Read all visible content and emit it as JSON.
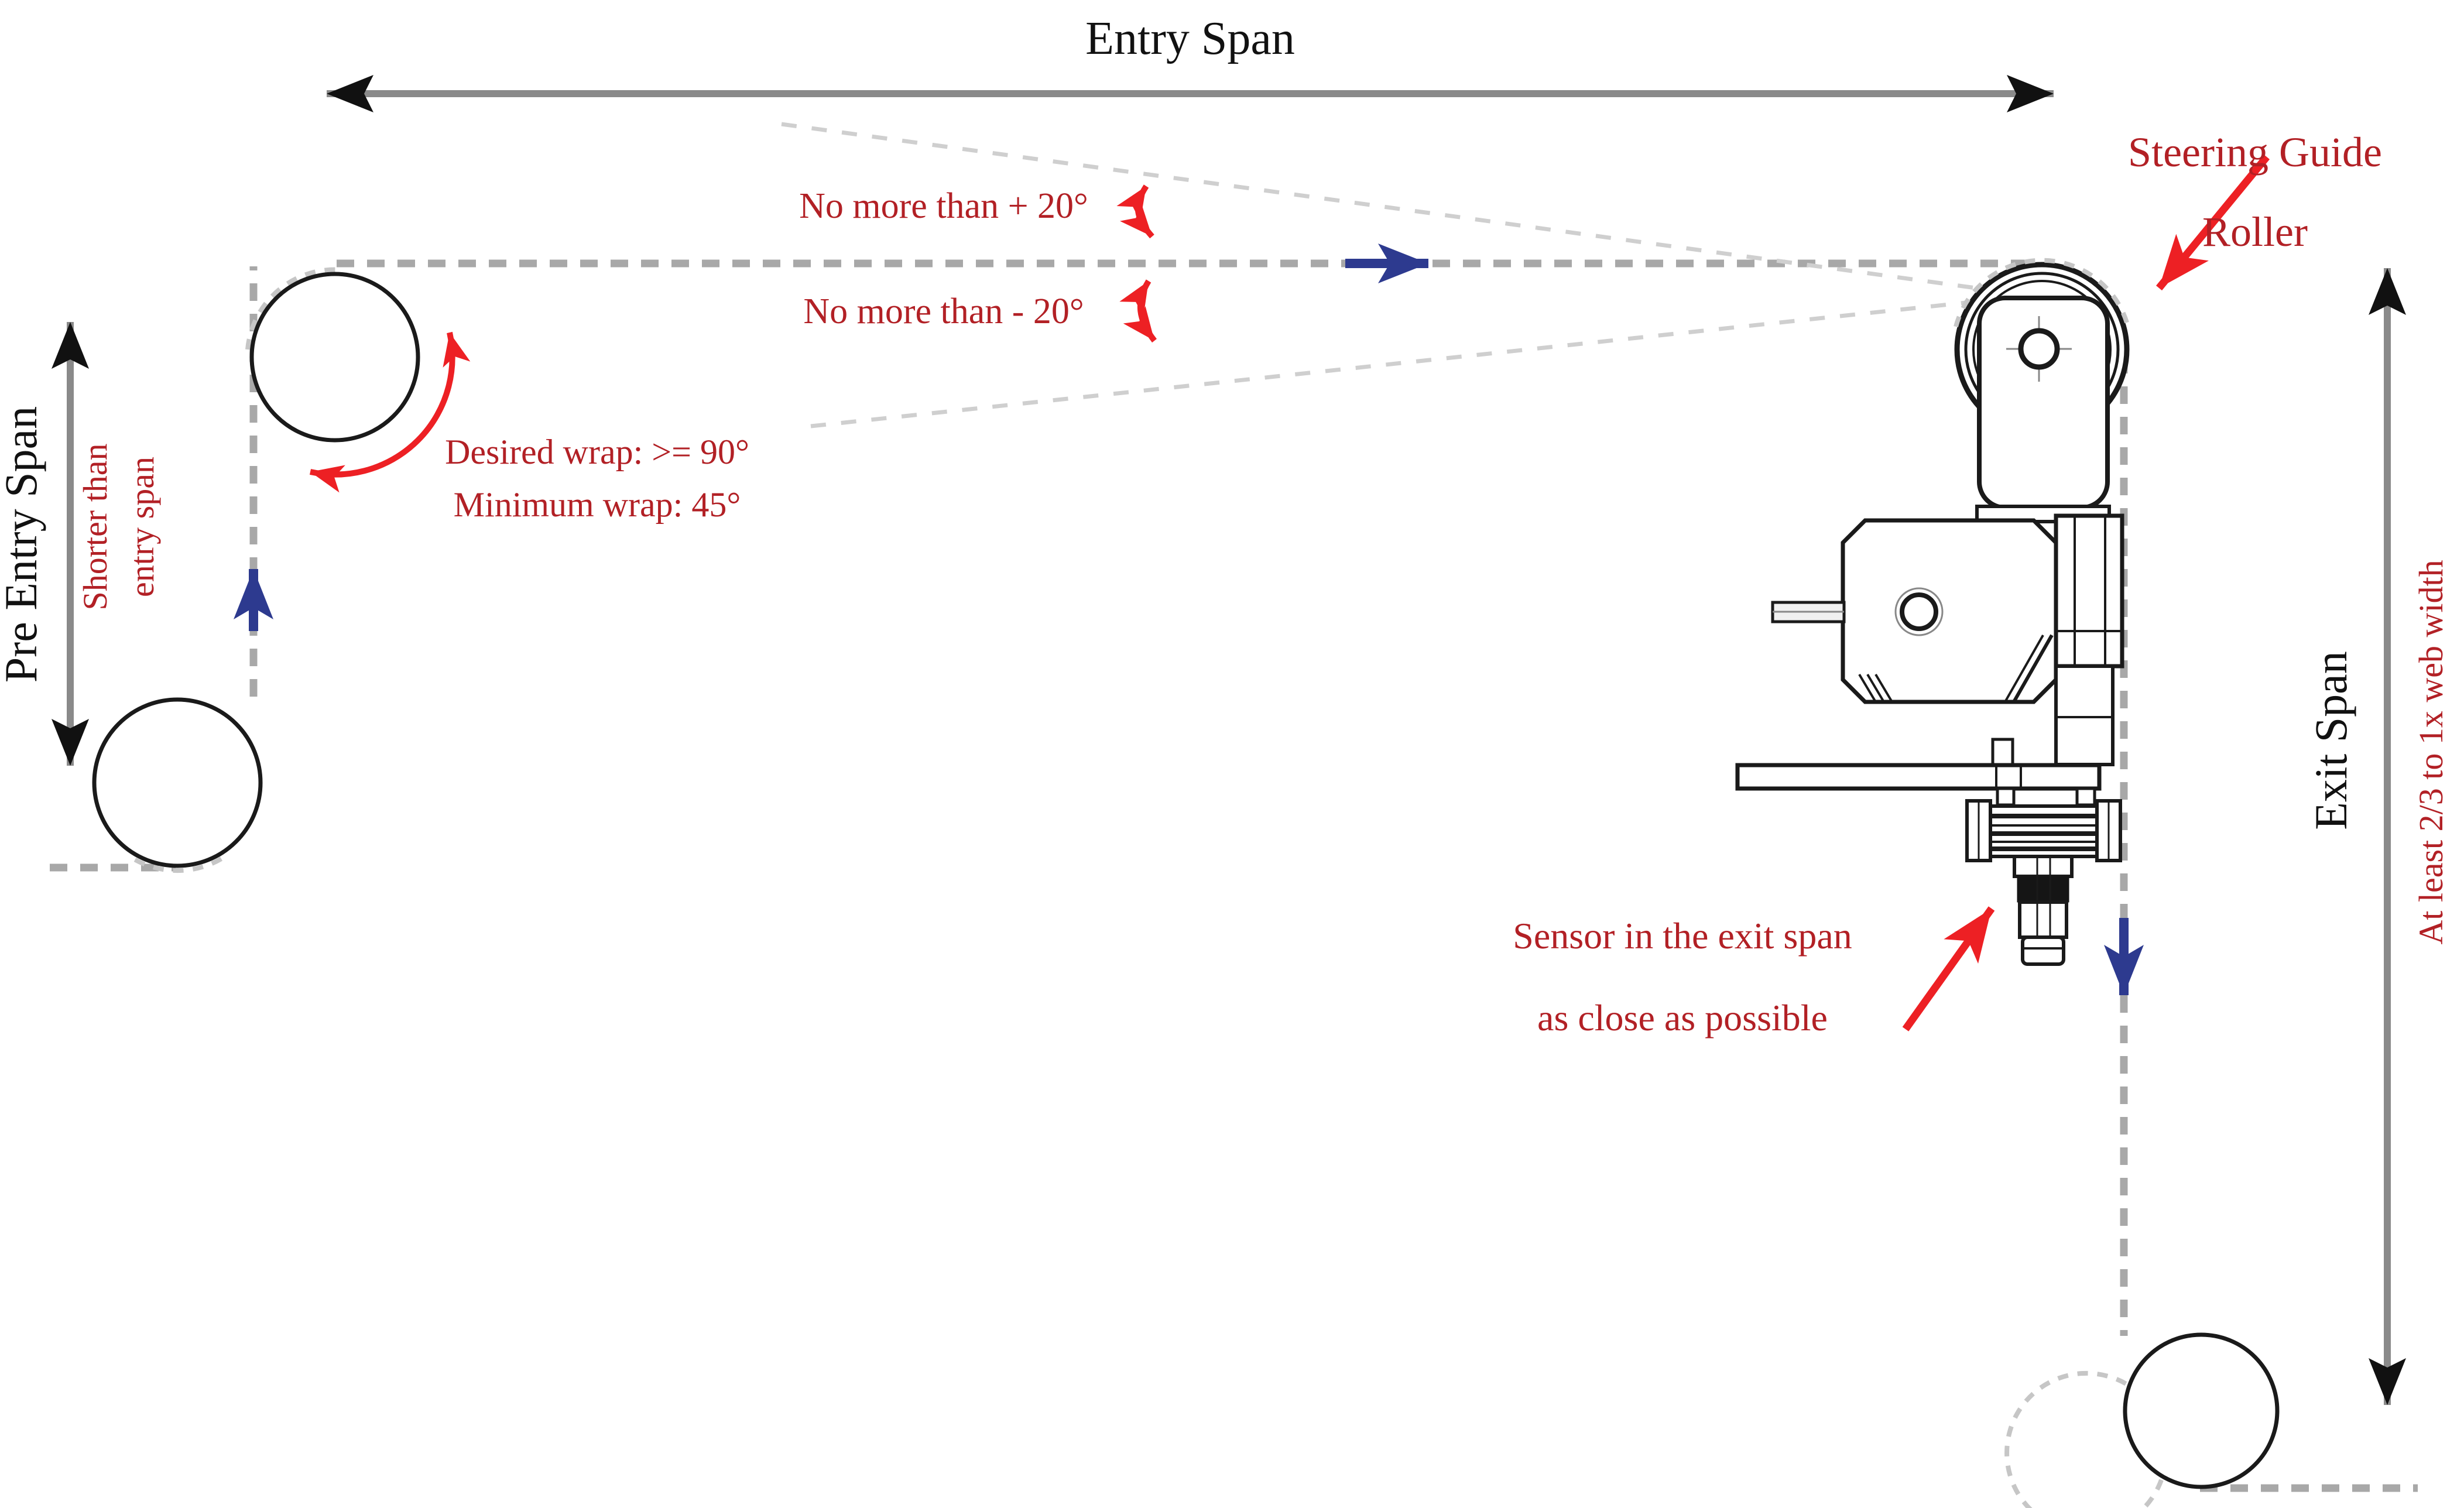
{
  "diagram": {
    "title": "Web guide installation diagram",
    "spans": {
      "entry": "Entry Span",
      "pre_entry": "Pre Entry Span",
      "exit": "Exit Span"
    },
    "components": {
      "steering_roller_line1": "Steering Guide",
      "steering_roller_line2": "Roller"
    },
    "constraints": {
      "angle_plus": "No more than + 20°",
      "angle_minus": "No more than - 20°",
      "shorter_line1": "Shorter than",
      "shorter_line2": "entry span",
      "wrap_line1": "Desired wrap: >= 90°",
      "wrap_line2": "Minimum wrap: 45°",
      "sensor_line1": "Sensor in the exit span",
      "sensor_line2": "as close as possible",
      "exit_width": "At least 2/3 to 1x web width"
    }
  },
  "colors": {
    "label_red": "#b22025",
    "arrow_red": "#ed2024",
    "arrow_blue": "#2d3a8f",
    "line_gray": "#8a8a8a",
    "dash_gray": "#a8a8a8",
    "faint_gray": "#cfcfcf",
    "ink": "#1a1a1a"
  }
}
